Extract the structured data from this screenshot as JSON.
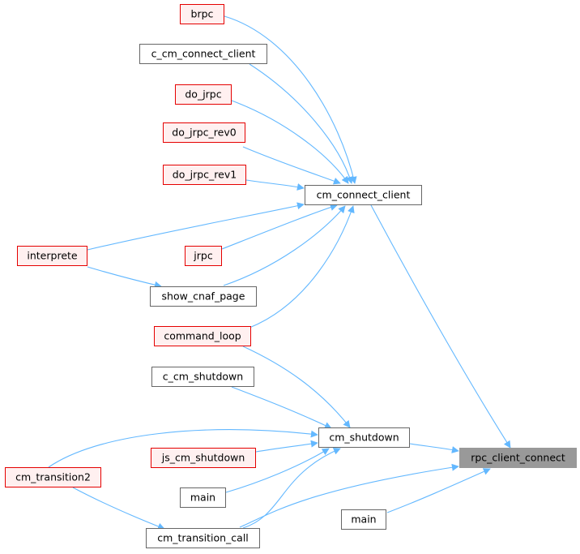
{
  "graph": {
    "colors": {
      "edge": "#63b8ff",
      "ref_border": "#e50000",
      "ref_fill": "#fff0f0",
      "plain_border": "#666666",
      "plain_fill": "#ffffff",
      "focus_border": "#999999",
      "focus_fill": "#999999"
    },
    "nodes": [
      {
        "id": "brpc",
        "label": "brpc",
        "style": "ref"
      },
      {
        "id": "c_cm_connect_client",
        "label": "c_cm_connect_client",
        "style": "plain"
      },
      {
        "id": "do_jrpc",
        "label": "do_jrpc",
        "style": "ref"
      },
      {
        "id": "do_jrpc_rev0",
        "label": "do_jrpc_rev0",
        "style": "ref"
      },
      {
        "id": "do_jrpc_rev1",
        "label": "do_jrpc_rev1",
        "style": "ref"
      },
      {
        "id": "cm_connect_client",
        "label": "cm_connect_client",
        "style": "plain"
      },
      {
        "id": "interprete",
        "label": "interprete",
        "style": "ref"
      },
      {
        "id": "jrpc",
        "label": "jrpc",
        "style": "ref"
      },
      {
        "id": "show_cnaf_page",
        "label": "show_cnaf_page",
        "style": "plain"
      },
      {
        "id": "command_loop",
        "label": "command_loop",
        "style": "ref"
      },
      {
        "id": "c_cm_shutdown",
        "label": "c_cm_shutdown",
        "style": "plain"
      },
      {
        "id": "cm_shutdown",
        "label": "cm_shutdown",
        "style": "plain"
      },
      {
        "id": "js_cm_shutdown",
        "label": "js_cm_shutdown",
        "style": "ref"
      },
      {
        "id": "cm_transition2",
        "label": "cm_transition2",
        "style": "ref"
      },
      {
        "id": "main_1",
        "label": "main",
        "style": "plain"
      },
      {
        "id": "rpc_client_connect",
        "label": "rpc_client_connect",
        "style": "focus"
      },
      {
        "id": "main_2",
        "label": "main",
        "style": "plain"
      },
      {
        "id": "cm_transition_call",
        "label": "cm_transition_call",
        "style": "plain"
      }
    ],
    "edges": [
      {
        "from": "brpc",
        "to": "cm_connect_client"
      },
      {
        "from": "c_cm_connect_client",
        "to": "cm_connect_client"
      },
      {
        "from": "do_jrpc",
        "to": "cm_connect_client"
      },
      {
        "from": "do_jrpc_rev0",
        "to": "cm_connect_client"
      },
      {
        "from": "do_jrpc_rev1",
        "to": "cm_connect_client"
      },
      {
        "from": "interprete",
        "to": "cm_connect_client"
      },
      {
        "from": "jrpc",
        "to": "cm_connect_client"
      },
      {
        "from": "show_cnaf_page",
        "to": "cm_connect_client"
      },
      {
        "from": "command_loop",
        "to": "cm_connect_client"
      },
      {
        "from": "interprete",
        "to": "show_cnaf_page"
      },
      {
        "from": "cm_connect_client",
        "to": "rpc_client_connect"
      },
      {
        "from": "command_loop",
        "to": "cm_shutdown"
      },
      {
        "from": "c_cm_shutdown",
        "to": "cm_shutdown"
      },
      {
        "from": "cm_transition2",
        "to": "cm_shutdown"
      },
      {
        "from": "js_cm_shutdown",
        "to": "cm_shutdown"
      },
      {
        "from": "main_1",
        "to": "cm_shutdown"
      },
      {
        "from": "cm_transition_call",
        "to": "cm_shutdown"
      },
      {
        "from": "cm_transition2",
        "to": "cm_transition_call"
      },
      {
        "from": "cm_shutdown",
        "to": "rpc_client_connect"
      },
      {
        "from": "cm_transition_call",
        "to": "rpc_client_connect"
      },
      {
        "from": "main_2",
        "to": "rpc_client_connect"
      }
    ]
  }
}
